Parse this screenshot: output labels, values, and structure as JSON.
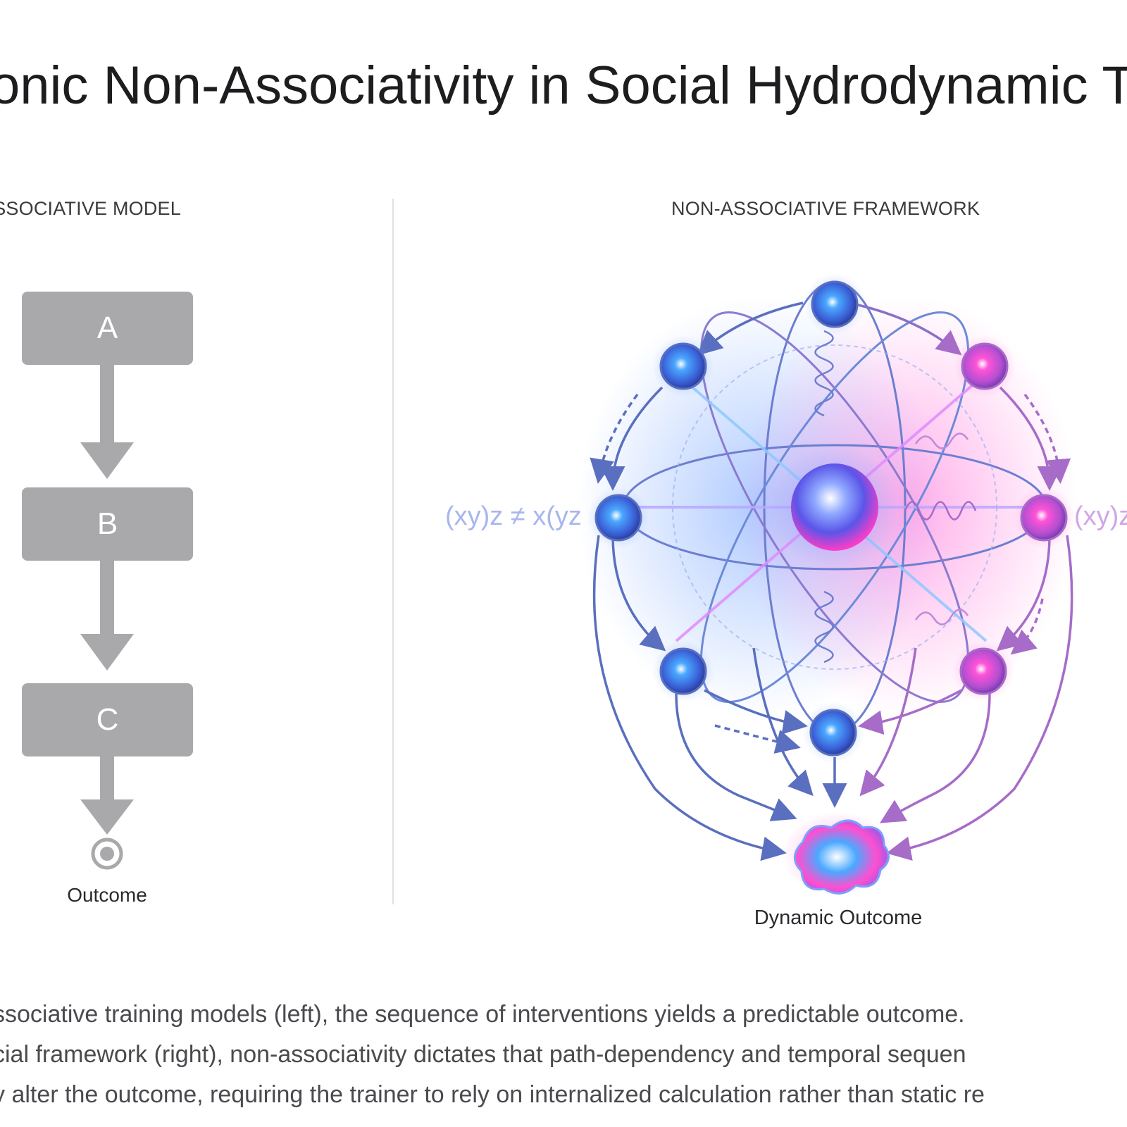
{
  "title": "onic Non-Associativity in Social Hydrodynamic Tr",
  "left_panel": {
    "label": "ASSOCIATIVE MODEL",
    "boxes": [
      "A",
      "B",
      "C"
    ],
    "outcome": "Outcome"
  },
  "right_panel": {
    "label": "NON-ASSOCIATIVE FRAMEWORK",
    "equation_left": "(xy)z ≠ x(yz",
    "equation_right": "(xy)z",
    "outcome": "Dynamic Outcome"
  },
  "caption": {
    "line1": "ssociative training models (left), the sequence of interventions yields a predictable outcome.",
    "line2": "cial framework (right), non-associativity dictates that path-dependency and temporal sequen",
    "line3": "y alter the outcome, requiring the trainer to rely on internalized calculation rather than static re"
  },
  "colors": {
    "box_gray": "#a9a9ab",
    "blue_node": "#3b7cff",
    "magenta_node": "#ff3cc8",
    "connector_blue": "#5a6fbf",
    "connector_purple": "#a66cc8"
  }
}
